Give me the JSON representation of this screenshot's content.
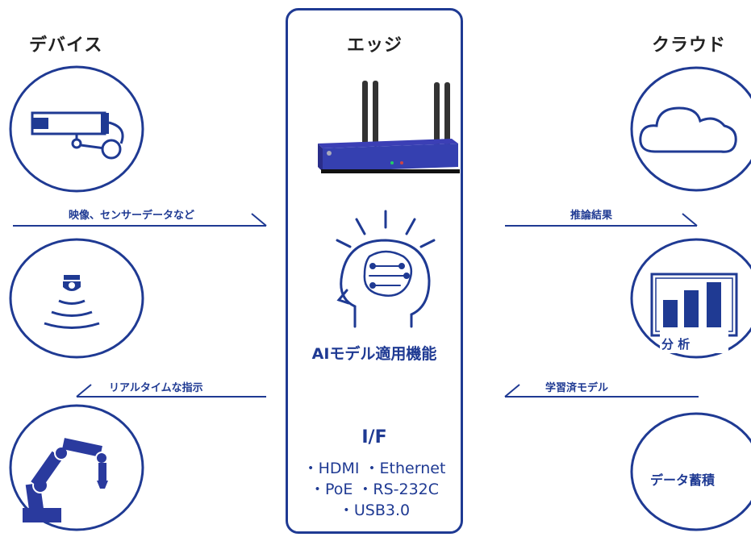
{
  "columns": {
    "device": "デバイス",
    "edge": "エッジ",
    "cloud": "クラウド"
  },
  "arrows": {
    "device_to_edge": "映像、センサーデータなど",
    "edge_to_device": "リアルタイムな指示",
    "edge_to_cloud": "推論結果",
    "cloud_to_edge": "学習済モデル"
  },
  "edge": {
    "ai_label": "AIモデル適用機能",
    "if_title": "I/F",
    "if_line1": "・HDMI ・Ethernet",
    "if_line2": "・PoE ・RS-232C",
    "if_line3": "・USB3.0"
  },
  "cloud_items": {
    "analysis": "分 析",
    "storage": "データ蓄積"
  },
  "icons": {
    "device": [
      "security-camera-icon",
      "sensor-icon",
      "robot-arm-icon"
    ],
    "edge": [
      "edge-device-icon",
      "ai-brain-icon"
    ],
    "cloud": [
      "cloud-icon",
      "bar-chart-icon"
    ]
  },
  "colors": {
    "accent": "#1f3a93",
    "device_body": "#2a3a9e"
  }
}
